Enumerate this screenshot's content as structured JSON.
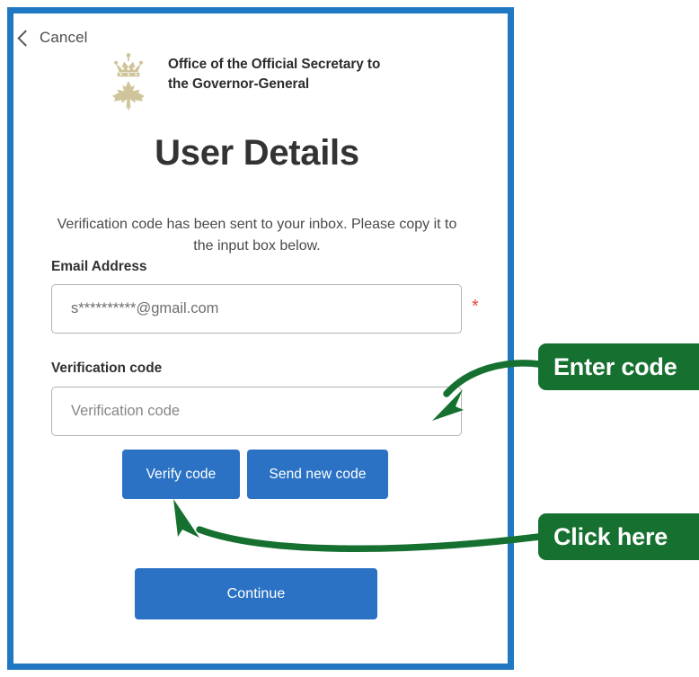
{
  "window": {
    "frame_color": "#1f78c1"
  },
  "nav": {
    "cancel_label": "Cancel",
    "back_icon": "chevron-left-icon"
  },
  "brand": {
    "line1": "Office of the Official Secretary to",
    "line2": "the Governor-General",
    "logo_icon": "crown-maple-leaf-crest",
    "logo_color": "#cfc49a"
  },
  "page": {
    "title": "User Details",
    "instruction": "Verification code has been sent to your inbox. Please copy it to the input box below."
  },
  "form": {
    "email": {
      "label": "Email Address",
      "value": "s**********@gmail.com",
      "placeholder": "Email Address",
      "required_marker": "*",
      "required_color": "#e8473f"
    },
    "verification": {
      "label": "Verification code",
      "value": "",
      "placeholder": "Verification code"
    }
  },
  "buttons": {
    "verify_code": "Verify code",
    "send_new_code": "Send new code",
    "continue": "Continue",
    "primary_color": "#2b72c4"
  },
  "annotations": {
    "accent_color": "#16702f",
    "enter_code": "Enter code",
    "click_here": "Click here"
  }
}
